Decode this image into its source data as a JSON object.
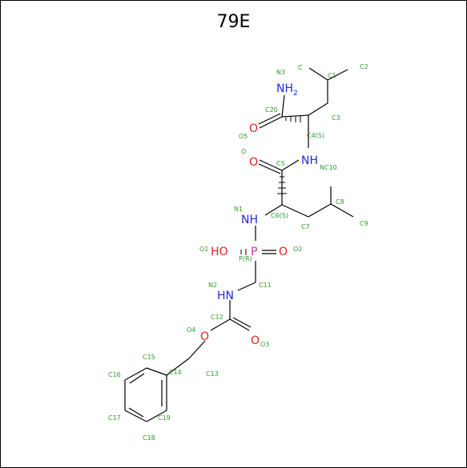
{
  "title": "79E",
  "colors": {
    "bond": "#000000",
    "label": "#2e9b2e",
    "N": "#1f2bd6",
    "O": "#e02020",
    "P": "#c033c0"
  },
  "atoms": {
    "nh2": "NH",
    "nh2_sub": "2",
    "nh_top": "NH",
    "nh_mid": "NH",
    "nh_low": "HN",
    "p": "P",
    "ho": "HO",
    "o_amide": "O",
    "o_c5": "O",
    "o_p": "O",
    "o_c12": "O",
    "o_ester": "O"
  },
  "labels": {
    "n3": "N3",
    "c": "C",
    "c1": "C1",
    "c2": "C2",
    "c3": "C3",
    "c20": "C20",
    "o5": "O5",
    "c4s": "C4(S)",
    "o": "O",
    "c5": "C5",
    "nc10": "NC10",
    "c8": "C8",
    "c9": "C9",
    "n1": "N1",
    "c6s": "C6(S)",
    "c7": "C7",
    "o1": "O1",
    "o2": "O2",
    "pr": "P(R)",
    "n2": "N2",
    "c11": "C11",
    "c12": "C12",
    "o4": "O4",
    "o3": "O3",
    "c15": "C15",
    "c14": "C14",
    "c13": "C13",
    "c16": "C16",
    "c17": "C17",
    "c19": "C19",
    "c18": "C18"
  }
}
